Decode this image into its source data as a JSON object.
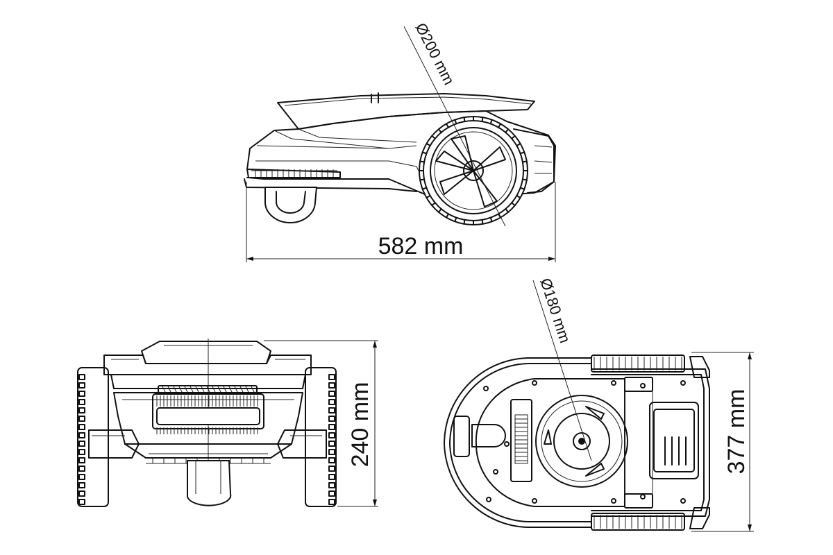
{
  "dimensions": {
    "length": "582 mm",
    "height": "240 mm",
    "width": "377 mm",
    "drive_wheel_diameter": "Ø200 mm",
    "blade_disc_diameter": "Ø180 mm"
  },
  "colors": {
    "line": "#111111",
    "background": "#ffffff"
  }
}
